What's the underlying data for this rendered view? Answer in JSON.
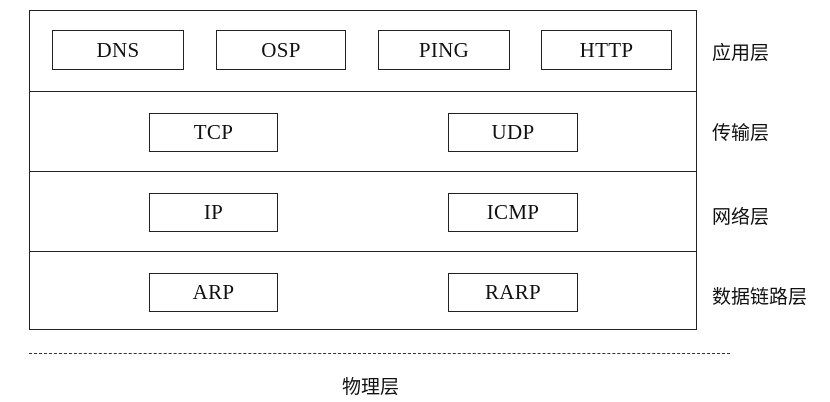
{
  "layers": {
    "application": {
      "label": "应用层",
      "protocols": [
        "DNS",
        "OSP",
        "PING",
        "HTTP"
      ]
    },
    "transport": {
      "label": "传输层",
      "protocols": [
        "TCP",
        "UDP"
      ]
    },
    "network": {
      "label": "网络层",
      "protocols": [
        "IP",
        "ICMP"
      ]
    },
    "datalink": {
      "label": "数据链路层",
      "protocols": [
        "ARP",
        "RARP"
      ]
    }
  },
  "physical": {
    "label": "物理层"
  }
}
